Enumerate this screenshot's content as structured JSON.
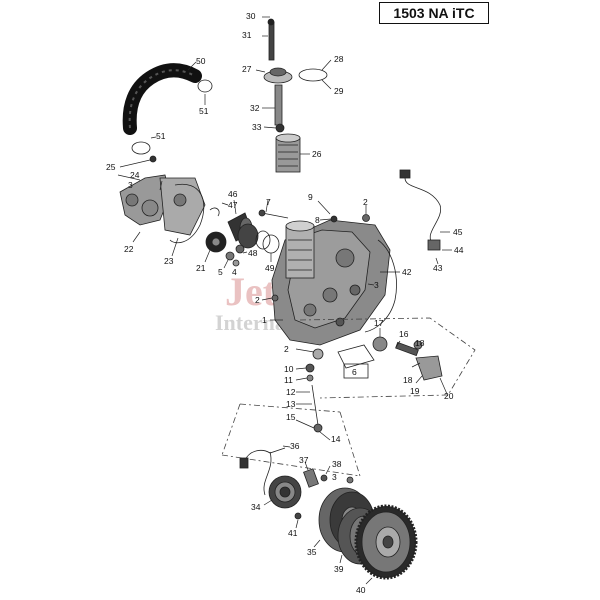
{
  "title": "1503 NA iTC",
  "watermark": {
    "line1": "Jet Skis",
    "line2": "International"
  },
  "callouts": {
    "c1": "1",
    "c2": "2",
    "c3": "3",
    "c4": "4",
    "c5": "5",
    "c6": "6",
    "c7": "7",
    "c8": "8",
    "c9": "9",
    "c10": "10",
    "c11": "11",
    "c12": "12",
    "c13": "13",
    "c14": "14",
    "c15": "15",
    "c16": "16",
    "c17": "17",
    "c18": "18",
    "c19": "19",
    "c20": "20",
    "c21": "21",
    "c22": "22",
    "c23": "23",
    "c24": "24",
    "c25": "25",
    "c26": "26",
    "c27": "27",
    "c28": "28",
    "c29": "29",
    "c30": "30",
    "c31": "31",
    "c32": "32",
    "c33": "33",
    "c34": "34",
    "c35": "35",
    "c36": "36",
    "c37": "37",
    "c38": "38",
    "c39": "39",
    "c40": "40",
    "c41": "41",
    "c42": "42",
    "c43": "43",
    "c44": "44",
    "c45": "45",
    "c46": "46",
    "c47": "47",
    "c48": "48",
    "c49": "49",
    "c50": "50",
    "c51": "51"
  },
  "highlight_color": "#ff0000"
}
